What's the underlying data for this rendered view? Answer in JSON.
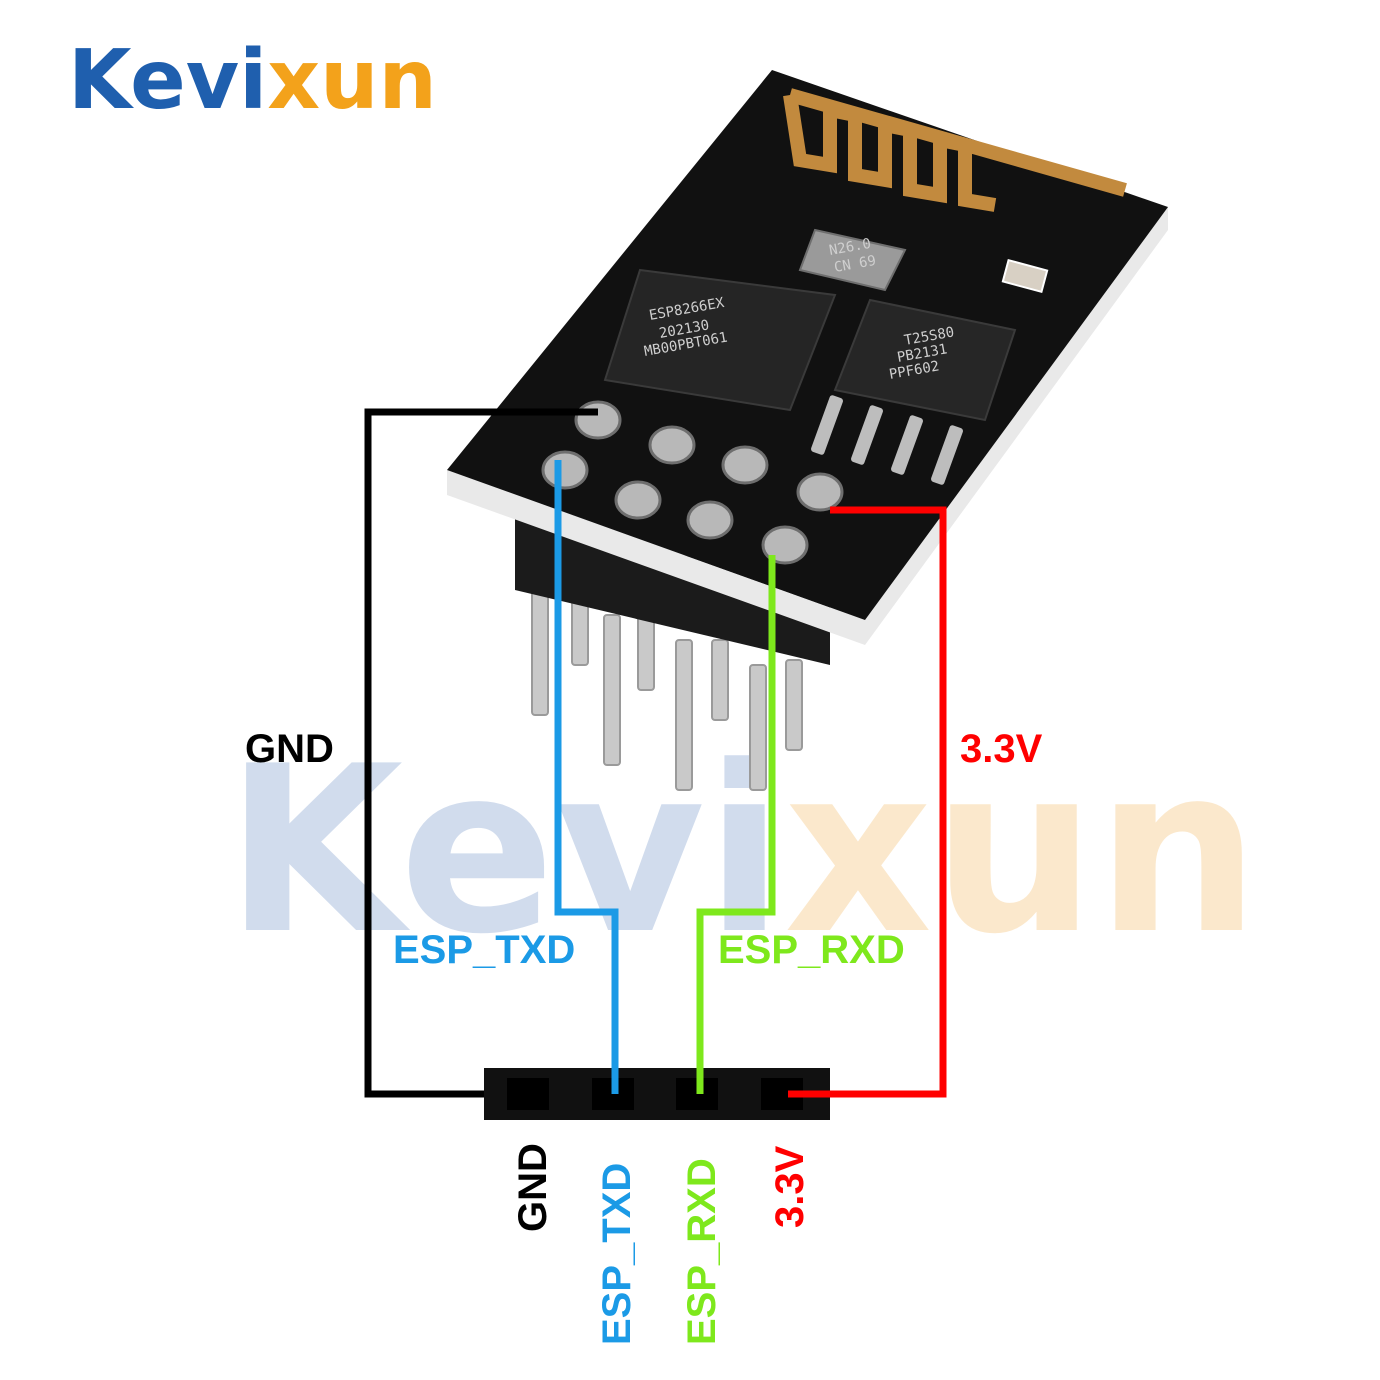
{
  "brand": {
    "logo": {
      "part1": "Kevi",
      "part2": "xun",
      "color1": "#1f5fae",
      "color2": "#f3a21b"
    },
    "watermark": {
      "part1": "Kevi",
      "part2": "xun",
      "color1": "#c9d6ea",
      "color2": "#fbe5c4"
    }
  },
  "module": {
    "main_chip_lines": [
      "ESP8266EX",
      "202130",
      "MB00PBT061"
    ],
    "flash_chip_lines": [
      "T25S80",
      "PB2131",
      "PPF602"
    ],
    "crystal_lines": [
      "N26.0",
      "CN 69"
    ]
  },
  "wires": {
    "gnd": {
      "label": "GND",
      "color": "#000000"
    },
    "esp_txd": {
      "label": "ESP_TXD",
      "color": "#1b9ae6"
    },
    "esp_rxd": {
      "label": "ESP_RXD",
      "color": "#7ee81c"
    },
    "v33": {
      "label": "3.3V",
      "color": "#ff0000"
    }
  },
  "header_pins": [
    {
      "label": "GND",
      "color": "#000000"
    },
    {
      "label": "ESP_TXD",
      "color": "#1b9ae6"
    },
    {
      "label": "ESP_RXD",
      "color": "#7ee81c"
    },
    {
      "label": "3.3V",
      "color": "#ff0000"
    }
  ]
}
